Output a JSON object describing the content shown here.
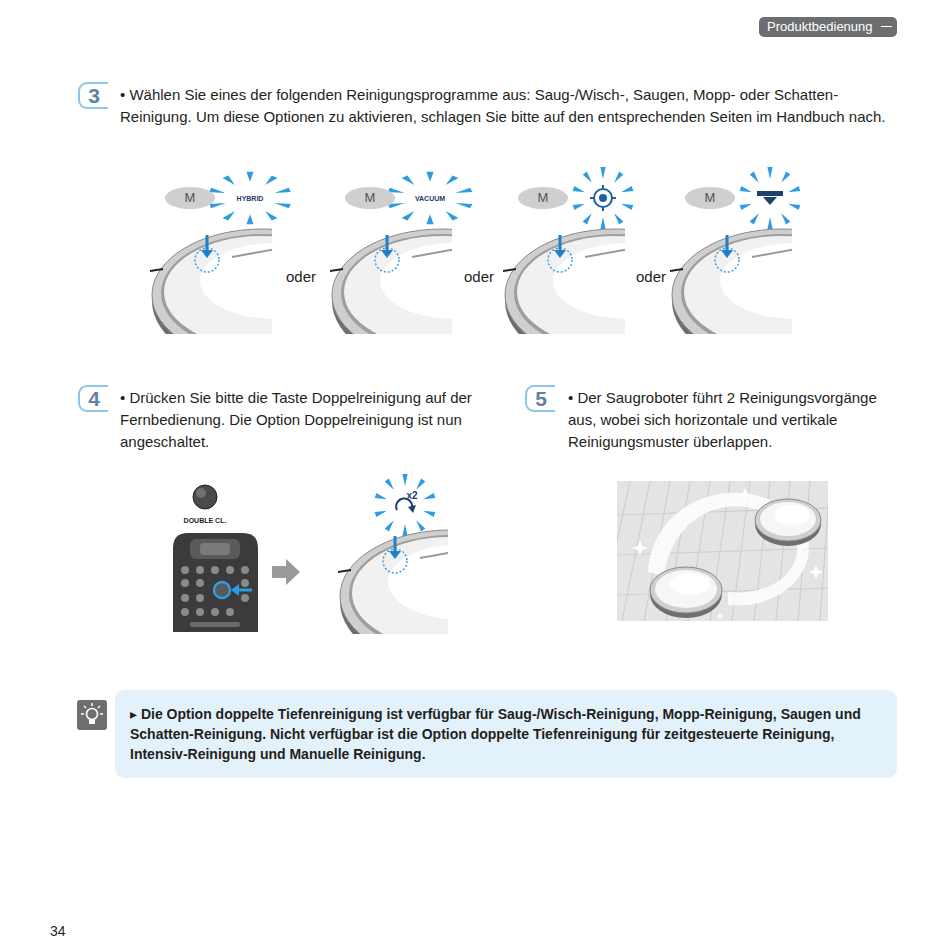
{
  "diagram": {
    "nodes": [
      {
        "text": [
          "Produktbedienung"
        ]
      },
      {
        "text": [
          "3"
        ]
      },
      {
        "text": [
          "M"
        ]
      },
      {
        "text": [
          "M"
        ]
      },
      {
        "text": [
          "M"
        ]
      },
      {
        "text": [
          "M"
        ]
      },
      {
        "text": [
          "4"
        ]
      },
      {
        "text": [
          "5"
        ]
      },
      {
        "text": [
          "▸ Die Option doppelte Tiefenreinigung ist verfügbar für Saug-/Wisch-Reinigung, Mopp-Reinigung, Saugen und Schatten-Reinigung. Nicht verfügbar ist die Option doppelte Tiefenreinigung für zeitgesteuerte Reinigung, Intensiv-Reinigung und Manuelle Reinigung."
        ]
      }
    ],
    "labels": [
      "• Wählen Sie eines der folgenden Reinigungsprogramme aus: Saug-/Wisch-, Saugen, Mopp- oder Schatten-Reinigung. Um diese Optionen zu aktivieren, schlagen Sie bitte auf den entsprechenden Seiten im Handbuch nach.",
      "HYBRID",
      "VACUUM",
      "oder",
      "oder",
      "oder",
      "• Drücken Sie bitte die Taste Doppelreinigung auf der Fernbedienung. Die Option Doppelreinigung ist nun angeschaltet.",
      "DOUBLE CL.",
      "x2",
      "• Der Saugroboter führt 2 Reinigungsvorgänge aus, wobei sich horizontale und vertikale Reinigungsmuster überlappen.",
      "34"
    ]
  }
}
